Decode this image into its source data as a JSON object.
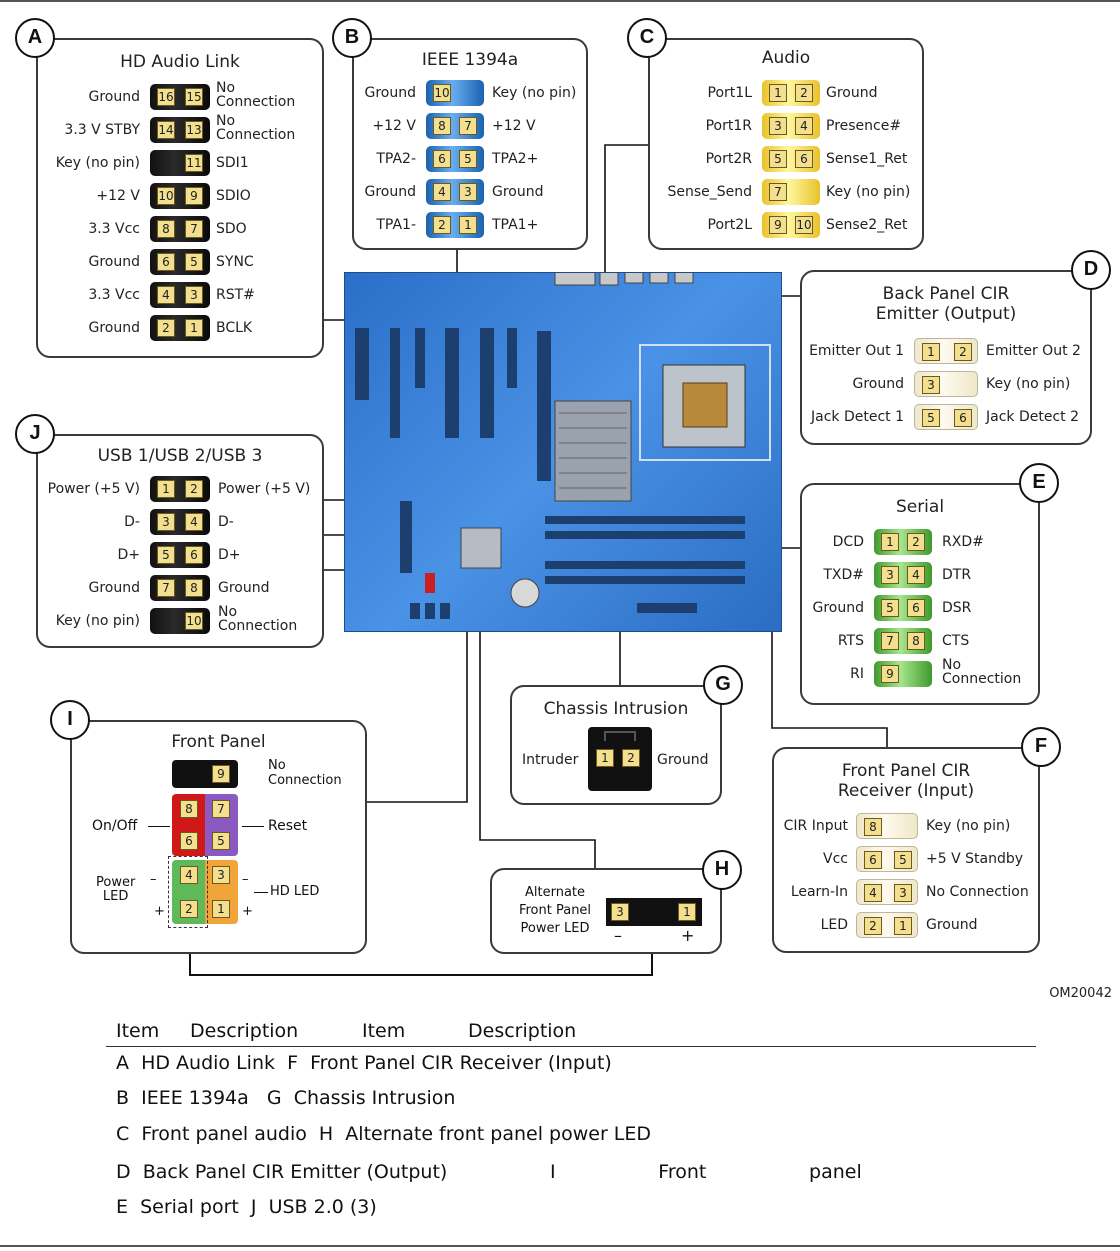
{
  "colors": {
    "pin_fill": "#f3df8e",
    "board": "#3a7fd6"
  },
  "boxes": {
    "A": {
      "badge": "A",
      "title": "HD Audio Link",
      "scheme": "blk",
      "rows": [
        {
          "left": "Ground",
          "lp": "16",
          "rp": "15",
          "right": "No\nConnection"
        },
        {
          "left": "3.3 V STBY",
          "lp": "14",
          "rp": "13",
          "right": "No\nConnection"
        },
        {
          "left": "Key (no pin)",
          "lp": "",
          "rp": "11",
          "right": "SDI1"
        },
        {
          "left": "+12 V",
          "lp": "10",
          "rp": "9",
          "right": "SDIO"
        },
        {
          "left": "3.3 Vcc",
          "lp": "8",
          "rp": "7",
          "right": "SDO"
        },
        {
          "left": "Ground",
          "lp": "6",
          "rp": "5",
          "right": "SYNC"
        },
        {
          "left": "3.3 Vcc",
          "lp": "4",
          "rp": "3",
          "right": "RST#"
        },
        {
          "left": "Ground",
          "lp": "2",
          "rp": "1",
          "right": "BCLK"
        }
      ]
    },
    "B": {
      "badge": "B",
      "title": "IEEE 1394a",
      "scheme": "blu",
      "rows": [
        {
          "left": "Ground",
          "lp": "10",
          "rp": "",
          "right": "Key (no pin)"
        },
        {
          "left": "+12 V",
          "lp": "8",
          "rp": "7",
          "right": "+12 V"
        },
        {
          "left": "TPA2-",
          "lp": "6",
          "rp": "5",
          "right": "TPA2+"
        },
        {
          "left": "Ground",
          "lp": "4",
          "rp": "3",
          "right": "Ground"
        },
        {
          "left": "TPA1-",
          "lp": "2",
          "rp": "1",
          "right": "TPA1+"
        }
      ]
    },
    "C": {
      "badge": "C",
      "title": "Audio",
      "scheme": "ylw",
      "rows": [
        {
          "left": "Port1L",
          "lp": "1",
          "rp": "2",
          "right": "Ground"
        },
        {
          "left": "Port1R",
          "lp": "3",
          "rp": "4",
          "right": "Presence#"
        },
        {
          "left": "Port2R",
          "lp": "5",
          "rp": "6",
          "right": "Sense1_Ret"
        },
        {
          "left": "Sense_Send",
          "lp": "7",
          "rp": "",
          "right": "Key (no pin)"
        },
        {
          "left": "Port2L",
          "lp": "9",
          "rp": "10",
          "right": "Sense2_Ret"
        }
      ]
    },
    "D": {
      "badge": "D",
      "title": "Back Panel CIR\nEmitter (Output)",
      "scheme": "crm",
      "rows": [
        {
          "left": "Emitter Out 1",
          "lp": "1",
          "rp": "2",
          "right": "Emitter Out 2"
        },
        {
          "left": "Ground",
          "lp": "3",
          "rp": "",
          "right": "Key (no pin)"
        },
        {
          "left": "Jack Detect 1",
          "lp": "5",
          "rp": "6",
          "right": "Jack Detect 2"
        }
      ]
    },
    "E": {
      "badge": "E",
      "title": "Serial",
      "scheme": "grn",
      "rows": [
        {
          "left": "DCD",
          "lp": "1",
          "rp": "2",
          "right": "RXD#"
        },
        {
          "left": "TXD#",
          "lp": "3",
          "rp": "4",
          "right": "DTR"
        },
        {
          "left": "Ground",
          "lp": "5",
          "rp": "6",
          "right": "DSR"
        },
        {
          "left": "RTS",
          "lp": "7",
          "rp": "8",
          "right": "CTS"
        },
        {
          "left": "RI",
          "lp": "9",
          "rp": "",
          "right": "No\nConnection"
        }
      ]
    },
    "F": {
      "badge": "F",
      "title": "Front Panel CIR\nReceiver (Input)",
      "scheme": "crm",
      "rows": [
        {
          "left": "CIR Input",
          "lp": "8",
          "rp": "",
          "right": "Key (no pin)"
        },
        {
          "left": "Vcc",
          "lp": "6",
          "rp": "5",
          "right": "+5 V Standby"
        },
        {
          "left": "Learn-In",
          "lp": "4",
          "rp": "3",
          "right": "No Connection"
        },
        {
          "left": "LED",
          "lp": "2",
          "rp": "1",
          "right": "Ground"
        }
      ]
    },
    "J": {
      "badge": "J",
      "title": "USB 1/USB 2/USB 3",
      "scheme": "blk",
      "rows": [
        {
          "left": "Power (+5 V)",
          "lp": "1",
          "rp": "2",
          "right": "Power (+5 V)"
        },
        {
          "left": "D-",
          "lp": "3",
          "rp": "4",
          "right": "D-"
        },
        {
          "left": "D+",
          "lp": "5",
          "rp": "6",
          "right": "D+"
        },
        {
          "left": "Ground",
          "lp": "7",
          "rp": "8",
          "right": "Ground"
        },
        {
          "left": "Key (no pin)",
          "lp": "",
          "rp": "10",
          "right": "No\nConnection"
        }
      ]
    }
  },
  "chassis": {
    "badge": "G",
    "title": "Chassis Intrusion",
    "left": "Intruder",
    "p1": "1",
    "p2": "2",
    "right": "Ground"
  },
  "altled": {
    "badge": "H",
    "title": "Alternate\nFront Panel\nPower LED",
    "p3": "3",
    "p1": "1",
    "minus": "–",
    "plus": "+"
  },
  "front": {
    "badge": "I",
    "title": "Front Panel",
    "pin9": "9",
    "no_conn": "No\nConnection",
    "p8": "8",
    "p7": "7",
    "p6": "6",
    "p5": "5",
    "p4": "4",
    "p3": "3",
    "p2": "2",
    "p1": "1",
    "onoff": "On/Off",
    "reset": "Reset",
    "pwr_led": "Power\nLED",
    "hd_led": "HD LED",
    "minus": "–",
    "plus": "+"
  },
  "drawing_code": "OM20042",
  "legend": {
    "headers": [
      "Item",
      "Description",
      "Item",
      "Description"
    ],
    "rows": [
      "A  HD Audio Link  F  Front Panel CIR Receiver (Input)",
      "B  IEEE 1394a   G  Chassis Intrusion",
      "C  Front panel audio  H  Alternate front panel power LED",
      "D  Back Panel CIR Emitter (Output)                 I                 Front                 panel",
      "E  Serial port  J  USB 2.0 (3)"
    ]
  }
}
